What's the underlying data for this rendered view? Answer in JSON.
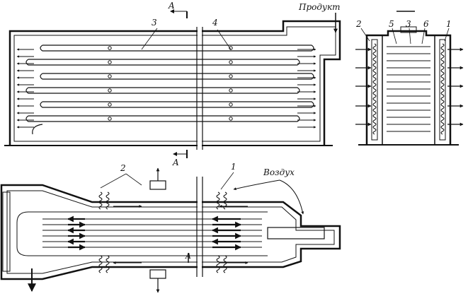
{
  "labels": {
    "product": "Продукт",
    "air": "Воздух",
    "section_top": "A",
    "section_bottom": "A",
    "section_mid": "A",
    "n1": "1",
    "n2": "2",
    "n3": "3",
    "n4": "4",
    "n5": "5",
    "n6": "6"
  },
  "colors": {
    "line": "#111111",
    "background": "#ffffff"
  }
}
